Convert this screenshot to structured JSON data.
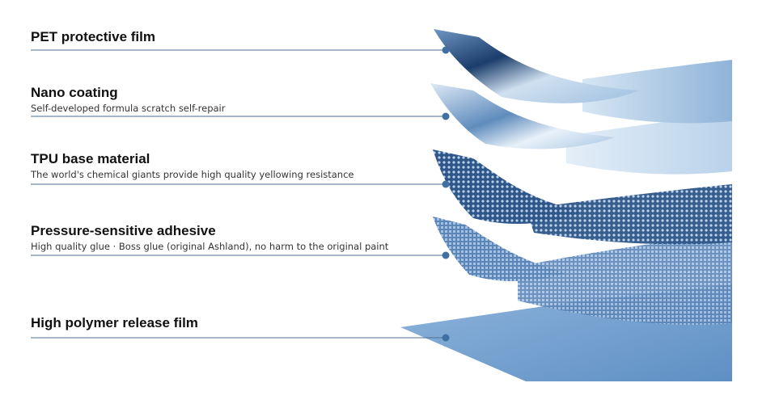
{
  "diagram": {
    "colors": {
      "accent": "#3a6ea5",
      "dot": "#3f6fa3",
      "leader_line": "#4d6f95",
      "film_light": "#c7dcee",
      "film_mid": "#8fb4d8",
      "film_dark": "#2d5a8c",
      "film_deep": "#16355e"
    },
    "layers": [
      {
        "title": "PET protective film",
        "description": ""
      },
      {
        "title": "Nano coating",
        "description": "Self-developed formula scratch self-repair"
      },
      {
        "title": "TPU base material",
        "description": "The world's chemical giants provide high quality yellowing resistance"
      },
      {
        "title": "Pressure-sensitive adhesive",
        "description": "High quality glue · Boss glue (original Ashland), no harm to the original paint"
      },
      {
        "title": "High polymer release film",
        "description": ""
      }
    ]
  }
}
